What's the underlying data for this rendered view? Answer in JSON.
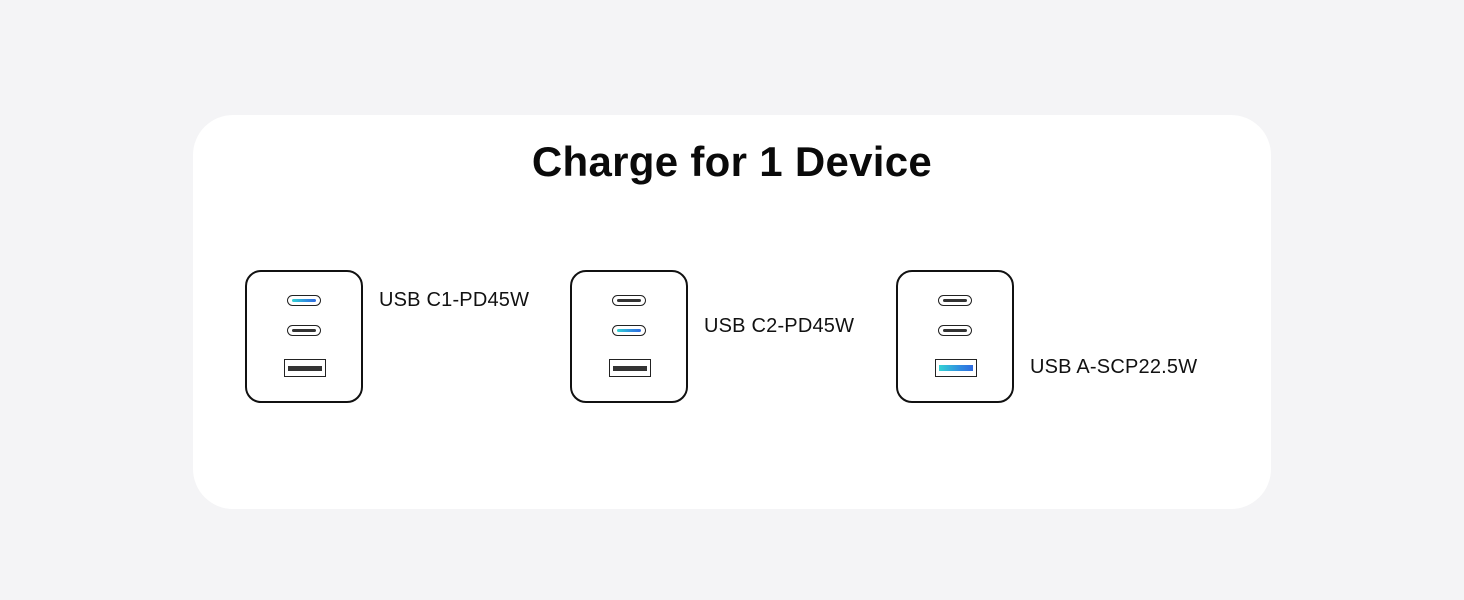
{
  "title": "Charge for 1 Device",
  "colors": {
    "page_background": "#f4f4f6",
    "panel_background": "#ffffff",
    "active_port_gradient_start": "#34d3d4",
    "active_port_gradient_end": "#2f6be0"
  },
  "chargers": [
    {
      "label": "USB C1-PD45W",
      "active_port": "c1",
      "ports": [
        {
          "type": "usb-c",
          "name": "C1",
          "active": true
        },
        {
          "type": "usb-c",
          "name": "C2",
          "active": false
        },
        {
          "type": "usb-a",
          "name": "A",
          "active": false
        }
      ]
    },
    {
      "label": "USB C2-PD45W",
      "active_port": "c2",
      "ports": [
        {
          "type": "usb-c",
          "name": "C1",
          "active": false
        },
        {
          "type": "usb-c",
          "name": "C2",
          "active": true
        },
        {
          "type": "usb-a",
          "name": "A",
          "active": false
        }
      ]
    },
    {
      "label": "USB A-SCP22.5W",
      "active_port": "a",
      "ports": [
        {
          "type": "usb-c",
          "name": "C1",
          "active": false
        },
        {
          "type": "usb-c",
          "name": "C2",
          "active": false
        },
        {
          "type": "usb-a",
          "name": "A",
          "active": true
        }
      ]
    }
  ]
}
